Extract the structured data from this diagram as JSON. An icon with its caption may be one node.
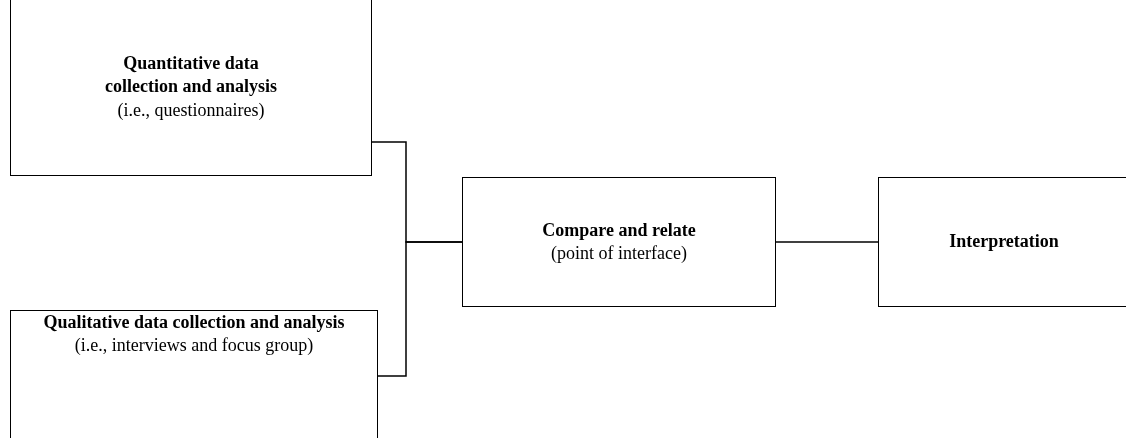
{
  "diagram": {
    "nodes": [
      {
        "text": [
          "Quantitative data collection and analysis",
          "(i.e., questionnaires)"
        ]
      },
      {
        "text": [
          "Qualitative data collection and analysis",
          "(i.e., interviews and focus group)"
        ]
      },
      {
        "text": [
          "Compare and relate",
          "(point of interface)"
        ]
      },
      {
        "text": [
          "Interpretation"
        ]
      }
    ],
    "edges": [
      {
        "from": 0,
        "to": 2,
        "arrow": "none"
      },
      {
        "from": 1,
        "to": 2,
        "arrow": "none"
      },
      {
        "from": 2,
        "to": 3,
        "arrow": "none"
      }
    ]
  }
}
